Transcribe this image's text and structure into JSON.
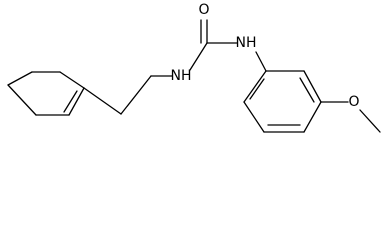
{
  "molecule": {
    "atoms": {
      "carbonyl_oxygen": "O",
      "nitrogen_right": "NH",
      "nitrogen_left": "NH",
      "ether_oxygen": "O"
    }
  }
}
